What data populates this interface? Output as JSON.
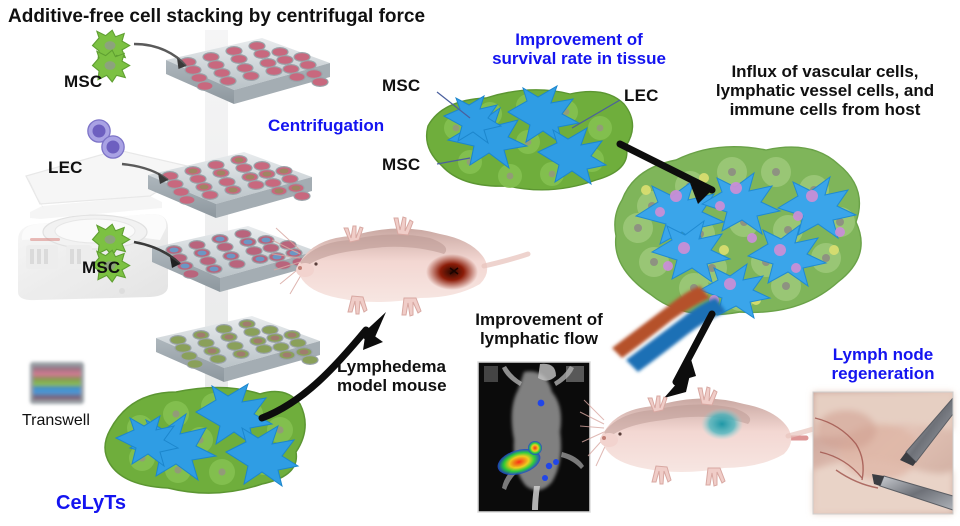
{
  "figure": {
    "title": "Additive-free cell stacking by centrifugal force",
    "accent_blue": "#1414f0",
    "text_black": "#101010"
  },
  "left_panel": {
    "label_msc_top": "MSC",
    "label_lec": "LEC",
    "label_msc_mid": "MSC",
    "label_centrifugation": "Centrifugation",
    "label_transwell": "Transwell",
    "label_celyts": "CeLyTs",
    "plates": [
      {
        "name": "plate-1-msc",
        "well_fill": "#c8687e",
        "rows": 4,
        "cols": 6
      },
      {
        "name": "plate-2-lec",
        "well_fill": "#c8687e",
        "rows": 4,
        "cols": 6
      },
      {
        "name": "plate-3-msc",
        "well_fill": "#b9647c",
        "rows": 4,
        "cols": 6
      },
      {
        "name": "plate-4-stacked",
        "well_fill": "#8aa05a",
        "rows": 4,
        "cols": 6
      }
    ],
    "cells": {
      "msc_color": "#7cc142",
      "lec_color": "#8f86d6"
    }
  },
  "center_panel": {
    "heading": "Improvement of\nsurvival rate in tissue",
    "callout_msc_upper": "MSC",
    "callout_msc_lower": "MSC",
    "callout_lec": "LEC",
    "tissue_colors": {
      "msc": "#66a83a",
      "lec": "#2f9de4"
    }
  },
  "mouse_panel": {
    "label_lymphedema": "Lymphedema\nmodel mouse",
    "heading_lymphatic": "Improvement of\nlymphatic flow",
    "lesion_color": "#8c1c08",
    "healed_spot_color": "#2aa3b0"
  },
  "right_panel": {
    "heading_influx": "Influx of vascular cells,\nlymphatic vessel cells, and\nimmune cells from host",
    "heading_lymph_node": "Lymph node\nregeneration",
    "graft_colors": {
      "msc": "#7fb55a",
      "lec": "#2f9de4",
      "immune": "#c98fd6",
      "granulocyte": "#d8de70",
      "artery": "#b5512a",
      "vein": "#1f6fb5"
    }
  },
  "ivis_image": {
    "name": "ivis-lymphatic-flow-photo",
    "signal_colors": [
      "#e02020",
      "#f0c020",
      "#30d030",
      "#2050e0"
    ]
  },
  "lymph_node_photo": {
    "name": "lymph-node-regeneration-photo",
    "tissue_color": "#d8b0a4",
    "forceps_color": "#8d8f94"
  }
}
